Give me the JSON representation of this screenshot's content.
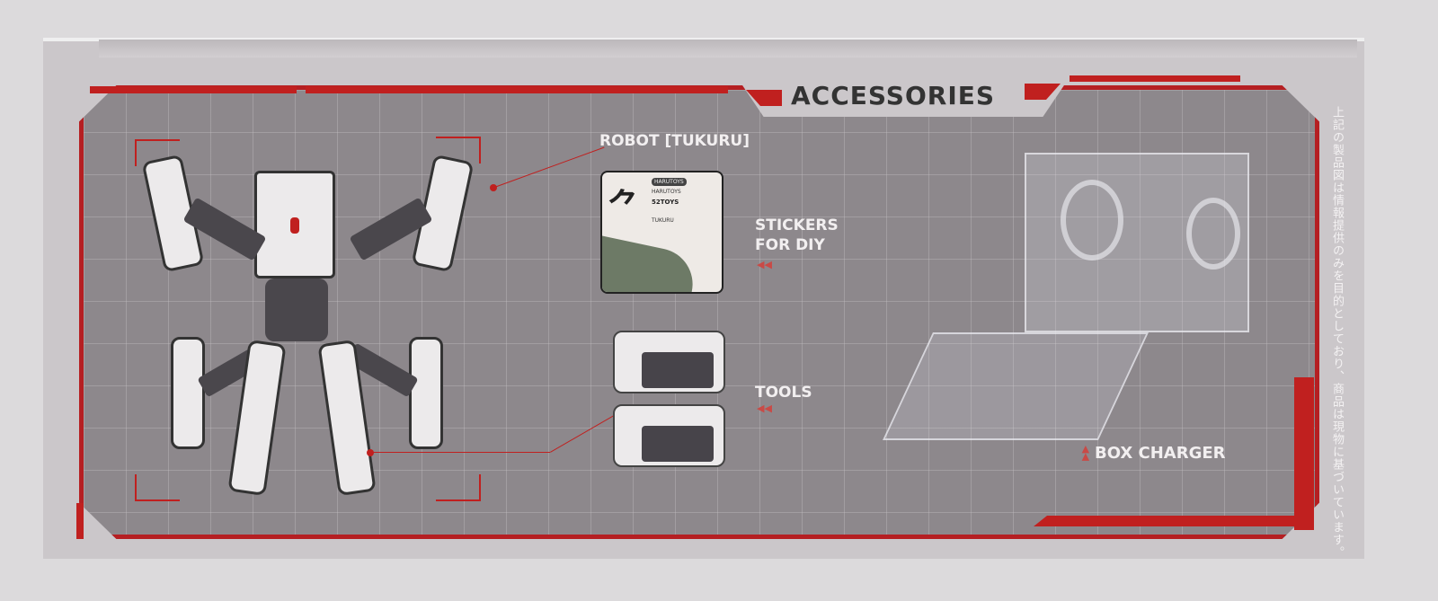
{
  "header": {
    "title": "ACCESSORIES"
  },
  "items": {
    "robot": "ROBOT [TUKURU]",
    "stickers_line1": "STICKERS",
    "stickers_line2": "FOR DIY",
    "tools": "TOOLS",
    "box_charger": "BOX CHARGER"
  },
  "sticker_sheet": {
    "texts": [
      "HARUTOYS",
      "HARUTOYS",
      "52TOYS",
      "TUKURU"
    ]
  },
  "disclaimer": "上記の製品図は情報提供のみを目的としており、商品は現物に基づいています。",
  "colors": {
    "accent": "#c0201f",
    "panel": "#8d888c",
    "box": "#cbc7ca"
  }
}
